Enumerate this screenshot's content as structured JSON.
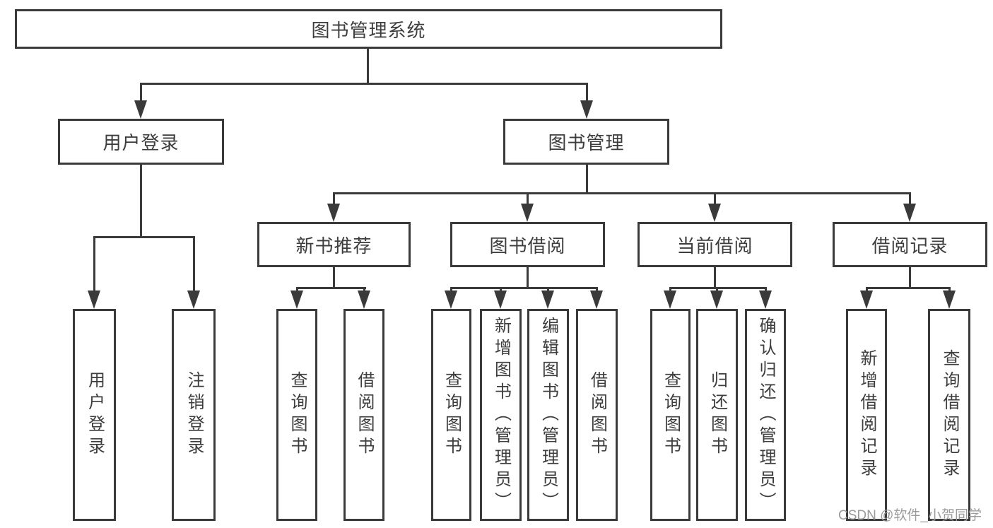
{
  "watermark": "CSDN @软件_小贺同学",
  "colors": {
    "line": "#3a3a3a",
    "box_border": "#3a3a3a",
    "text": "#3d3d3d",
    "background": "#ffffff",
    "watermark": "#9b9b9b"
  },
  "tree": {
    "label": "图书管理系统",
    "children": [
      {
        "label": "用户登录",
        "children": [
          {
            "label": "用户登录"
          },
          {
            "label": "注销登录"
          }
        ]
      },
      {
        "label": "图书管理",
        "children": [
          {
            "label": "新书推荐",
            "children": [
              {
                "label": "查询图书"
              },
              {
                "label": "借阅图书"
              }
            ]
          },
          {
            "label": "图书借阅",
            "children": [
              {
                "label": "查询图书"
              },
              {
                "label": "新增图书（管理员）"
              },
              {
                "label": "编辑图书（管理员）"
              },
              {
                "label": "借阅图书"
              }
            ]
          },
          {
            "label": "当前借阅",
            "children": [
              {
                "label": "查询图书"
              },
              {
                "label": "归还图书"
              },
              {
                "label": "确认归还（管理员）"
              }
            ]
          },
          {
            "label": "借阅记录",
            "children": [
              {
                "label": "新增借阅记录"
              },
              {
                "label": "查询借阅记录"
              }
            ]
          }
        ]
      }
    ]
  }
}
